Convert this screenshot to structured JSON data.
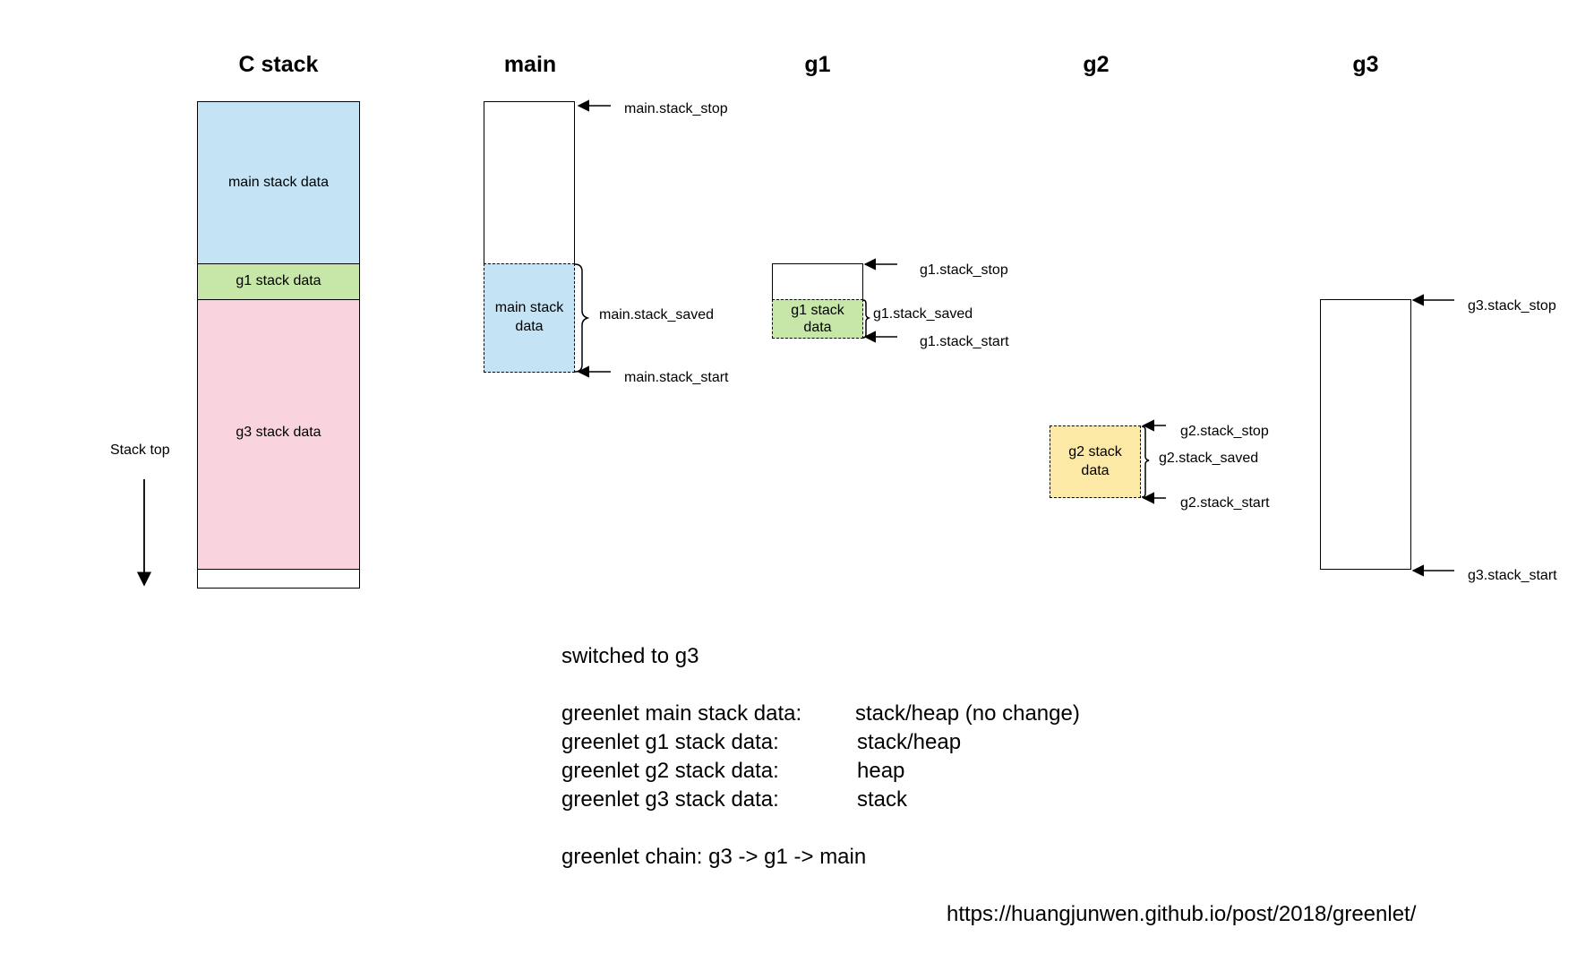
{
  "columns": {
    "c_stack": "C stack",
    "main": "main",
    "g1": "g1",
    "g2": "g2",
    "g3": "g3"
  },
  "c_stack": {
    "main_block": "main stack data",
    "g1_block": "g1 stack data",
    "g3_block": "g3 stack data",
    "stack_top": "Stack top"
  },
  "main": {
    "saved_block": "main stack data",
    "stack_stop": "main.stack_stop",
    "stack_saved": "main.stack_saved",
    "stack_start": "main.stack_start"
  },
  "g1": {
    "saved_block": "g1 stack data",
    "stack_stop": "g1.stack_stop",
    "stack_saved": "g1.stack_saved",
    "stack_start": "g1.stack_start"
  },
  "g2": {
    "saved_block": "g2 stack data",
    "stack_stop": "g2.stack_stop",
    "stack_saved": "g2.stack_saved",
    "stack_start": "g2.stack_start"
  },
  "g3": {
    "stack_stop": "g3.stack_stop",
    "stack_start": "g3.stack_start"
  },
  "notes": {
    "heading": "switched to g3",
    "rows": [
      {
        "label": "greenlet main stack data:",
        "value": "stack/heap (no change)"
      },
      {
        "label": "greenlet g1 stack data:",
        "value": "stack/heap"
      },
      {
        "label": "greenlet g2 stack data:",
        "value": "heap"
      },
      {
        "label": "greenlet g3 stack data:",
        "value": "stack"
      }
    ],
    "chain": "greenlet chain: g3 -> g1 -> main",
    "url": "https://huangjunwen.github.io/post/2018/greenlet/"
  },
  "colors": {
    "main_blue": "#c4e3f5",
    "g1_green": "#c6e7a8",
    "g3_pink": "#f9d4de",
    "g2_yellow": "#fce9a6"
  }
}
